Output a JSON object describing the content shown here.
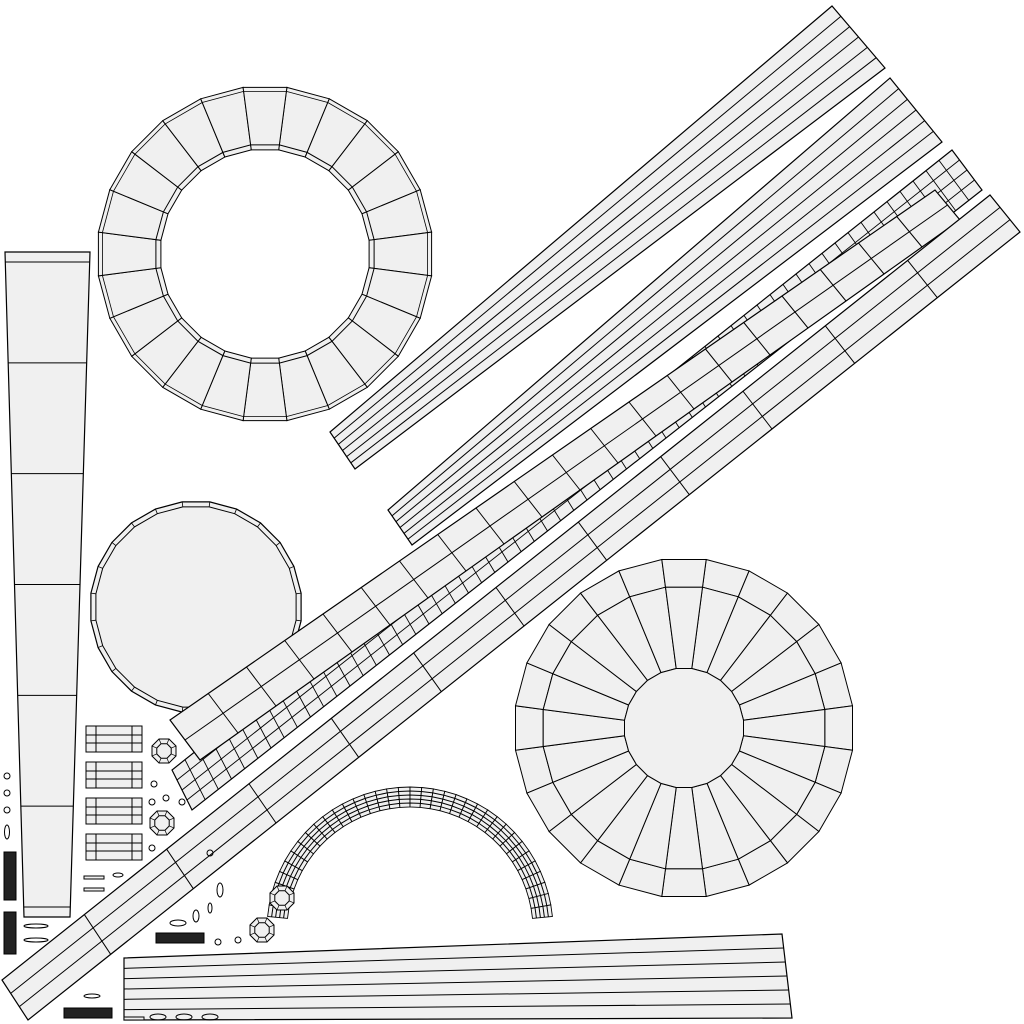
{
  "uv_layout": {
    "background_color": "#ffffff",
    "fill_color": "#f0f0f0",
    "line_color": "#000000",
    "ring_top": {
      "segments": 24
    },
    "disc_left": {
      "segments": 24
    },
    "disc_right": {
      "segments": 24,
      "rings": 2
    },
    "arch": {
      "segments": 36,
      "loops": 5
    },
    "strips": [
      {
        "name": "vertical-left-strip",
        "loops": 6,
        "segments": 1
      },
      {
        "name": "diagonal-strip-1",
        "loops": 6,
        "segments": 1
      },
      {
        "name": "diagonal-strip-2",
        "loops": 6,
        "segments": 1
      },
      {
        "name": "diagonal-strip-3",
        "loops": 4,
        "segments": 60
      },
      {
        "name": "diagonal-strip-4",
        "loops": 3,
        "segments": 20
      },
      {
        "name": "diagonal-strip-5",
        "loops": 3,
        "segments": 12
      },
      {
        "name": "bottom-strip",
        "loops": 6,
        "segments": 1
      }
    ]
  }
}
